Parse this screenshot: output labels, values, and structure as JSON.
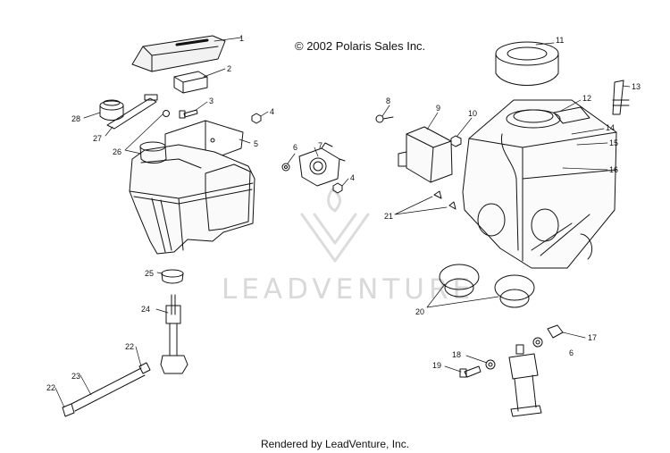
{
  "copyright": "© 2002 Polaris Sales Inc.",
  "footer": "Rendered by LeadVenture, Inc.",
  "watermark": {
    "text": "LEADVENTURE",
    "color": "#d9d9d9"
  },
  "callouts": [
    {
      "id": "c1",
      "label": "1"
    },
    {
      "id": "c2",
      "label": "2"
    },
    {
      "id": "c3",
      "label": "3"
    },
    {
      "id": "c4a",
      "label": "4"
    },
    {
      "id": "c4b",
      "label": "4"
    },
    {
      "id": "c5",
      "label": "5"
    },
    {
      "id": "c6a",
      "label": "6"
    },
    {
      "id": "c6b",
      "label": "6"
    },
    {
      "id": "c7",
      "label": "7"
    },
    {
      "id": "c8",
      "label": "8"
    },
    {
      "id": "c9",
      "label": "9"
    },
    {
      "id": "c10",
      "label": "10"
    },
    {
      "id": "c11",
      "label": "11"
    },
    {
      "id": "c12",
      "label": "12"
    },
    {
      "id": "c13",
      "label": "13"
    },
    {
      "id": "c14",
      "label": "14"
    },
    {
      "id": "c15",
      "label": "15"
    },
    {
      "id": "c16",
      "label": "16"
    },
    {
      "id": "c17",
      "label": "17"
    },
    {
      "id": "c18",
      "label": "18"
    },
    {
      "id": "c19",
      "label": "19"
    },
    {
      "id": "c20",
      "label": "20"
    },
    {
      "id": "c21",
      "label": "21"
    },
    {
      "id": "c22a",
      "label": "22"
    },
    {
      "id": "c22b",
      "label": "22"
    },
    {
      "id": "c23",
      "label": "23"
    },
    {
      "id": "c24",
      "label": "24"
    },
    {
      "id": "c25",
      "label": "25"
    },
    {
      "id": "c26",
      "label": "26"
    },
    {
      "id": "c27",
      "label": "27"
    },
    {
      "id": "c28",
      "label": "28"
    }
  ]
}
